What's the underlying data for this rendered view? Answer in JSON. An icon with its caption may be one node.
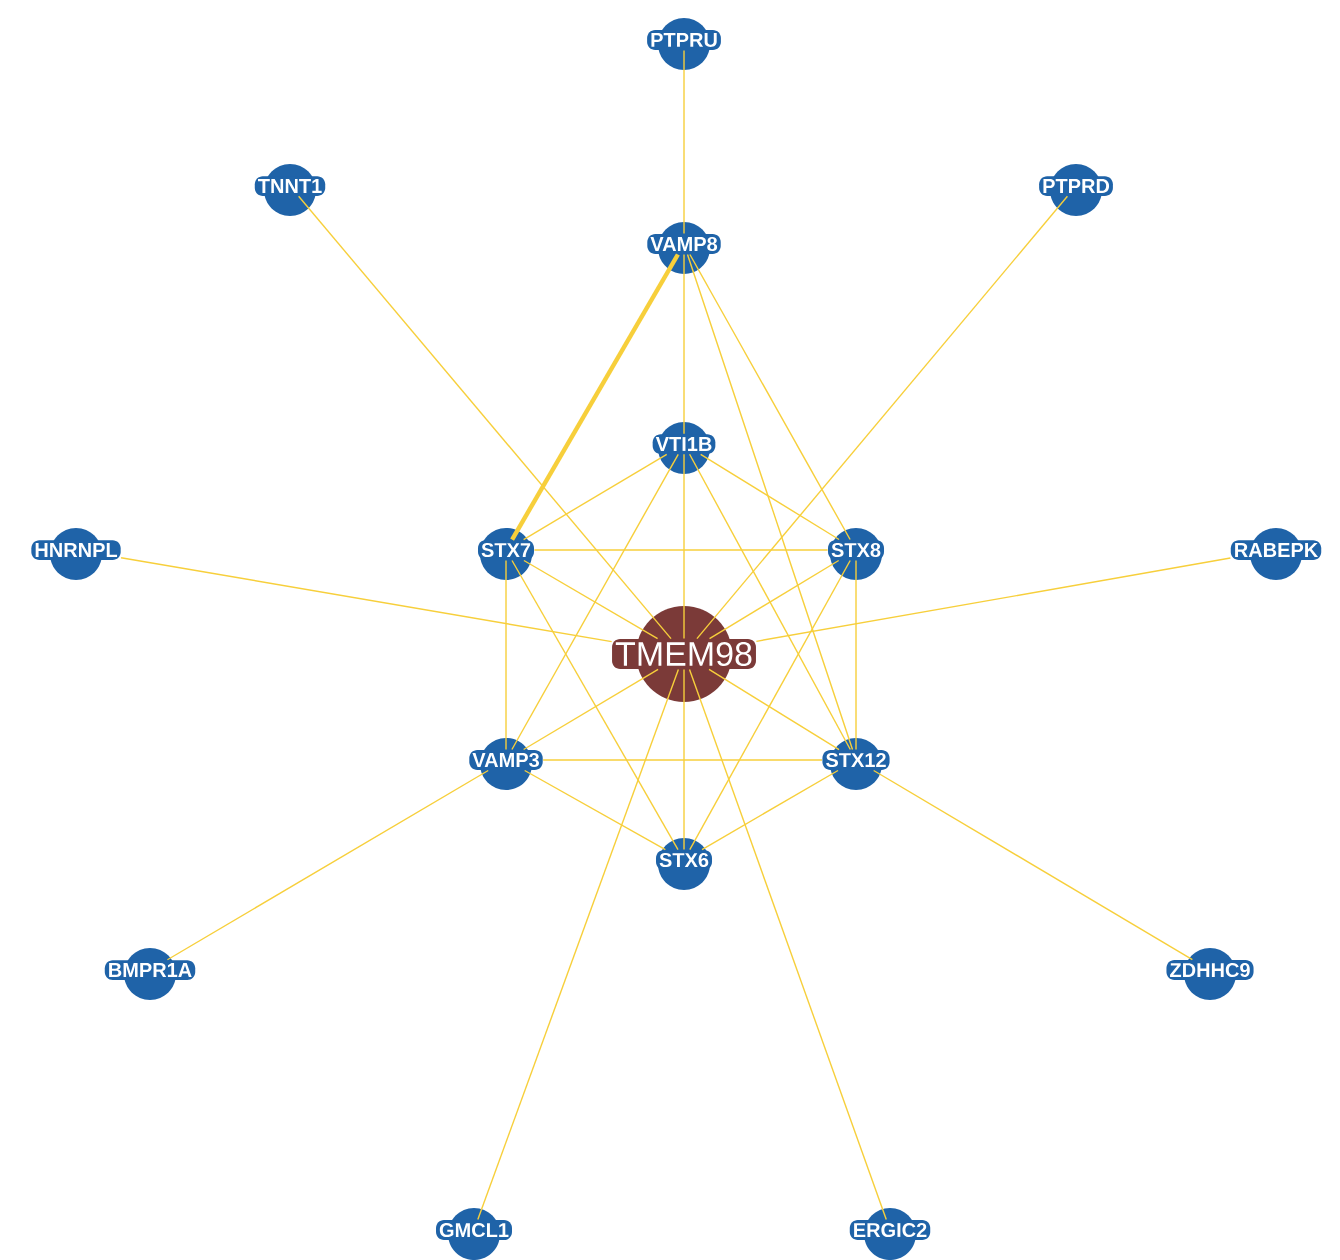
{
  "diagram": {
    "nodes": [
      {
        "text": [
          "PTPRU"
        ]
      },
      {
        "text": [
          "TNNT1"
        ]
      },
      {
        "text": [
          "PTPRD"
        ]
      },
      {
        "text": [
          "VAMP8"
        ]
      },
      {
        "text": [
          "VTI1B"
        ]
      },
      {
        "text": [
          "HNRNPL"
        ]
      },
      {
        "text": [
          "STX7"
        ]
      },
      {
        "text": [
          "STX8"
        ]
      },
      {
        "text": [
          "RABEPK"
        ]
      },
      {
        "text": [
          "TMEM98"
        ]
      },
      {
        "text": [
          "VAMP3"
        ]
      },
      {
        "text": [
          "STX12"
        ]
      },
      {
        "text": [
          "STX6"
        ]
      },
      {
        "text": [
          "BMPR1A"
        ]
      },
      {
        "text": [
          "ZDHHC9"
        ]
      },
      {
        "text": [
          "GMCL1"
        ]
      },
      {
        "text": [
          "ERGIC2"
        ]
      }
    ],
    "edges": [
      {
        "from": 0,
        "to": 3,
        "arrow": "none"
      },
      {
        "from": 1,
        "to": 9,
        "arrow": "none"
      },
      {
        "from": 2,
        "to": 9,
        "arrow": "none"
      },
      {
        "from": 5,
        "to": 9,
        "arrow": "none"
      },
      {
        "from": 8,
        "to": 9,
        "arrow": "none"
      },
      {
        "from": 13,
        "to": 10,
        "arrow": "none"
      },
      {
        "from": 14,
        "to": 11,
        "arrow": "none"
      },
      {
        "from": 15,
        "to": 9,
        "arrow": "none"
      },
      {
        "from": 16,
        "to": 9,
        "arrow": "none"
      },
      {
        "from": 3,
        "to": 4,
        "arrow": "none"
      },
      {
        "from": 3,
        "to": 6,
        "arrow": "none",
        "style": "thick"
      },
      {
        "from": 3,
        "to": 7,
        "arrow": "none"
      },
      {
        "from": 3,
        "to": 11,
        "arrow": "none"
      },
      {
        "from": 4,
        "to": 9,
        "arrow": "none"
      },
      {
        "from": 4,
        "to": 6,
        "arrow": "none"
      },
      {
        "from": 4,
        "to": 7,
        "arrow": "none"
      },
      {
        "from": 4,
        "to": 10,
        "arrow": "none"
      },
      {
        "from": 4,
        "to": 11,
        "arrow": "none"
      },
      {
        "from": 6,
        "to": 7,
        "arrow": "none"
      },
      {
        "from": 6,
        "to": 9,
        "arrow": "none"
      },
      {
        "from": 6,
        "to": 10,
        "arrow": "none"
      },
      {
        "from": 6,
        "to": 12,
        "arrow": "none"
      },
      {
        "from": 7,
        "to": 9,
        "arrow": "none"
      },
      {
        "from": 7,
        "to": 11,
        "arrow": "none"
      },
      {
        "from": 7,
        "to": 12,
        "arrow": "none"
      },
      {
        "from": 10,
        "to": 9,
        "arrow": "none"
      },
      {
        "from": 10,
        "to": 11,
        "arrow": "none"
      },
      {
        "from": 10,
        "to": 12,
        "arrow": "none"
      },
      {
        "from": 11,
        "to": 9,
        "arrow": "none"
      },
      {
        "from": 12,
        "to": 9,
        "arrow": "none"
      },
      {
        "from": 12,
        "to": 11,
        "arrow": "none"
      }
    ]
  }
}
